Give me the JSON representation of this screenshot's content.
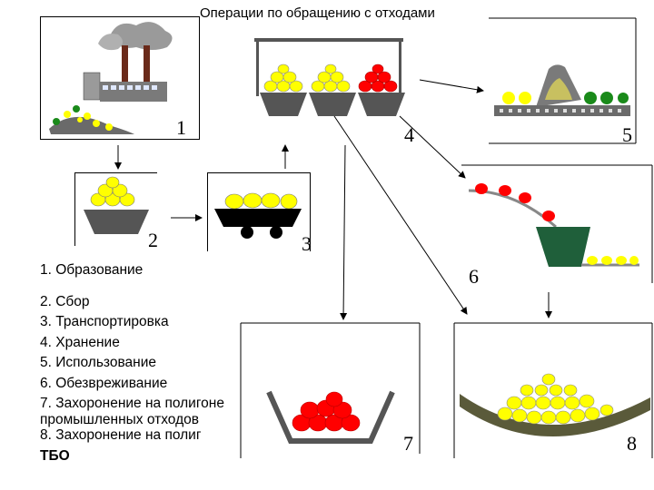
{
  "title": "Операции по обращению с отходами",
  "panel_numbers": [
    "1",
    "2",
    "3",
    "4",
    "5",
    "6",
    "7",
    "8"
  ],
  "legend": [
    "1. Образование",
    "2. Сбор",
    "3. Транспортировка",
    "4. Хранение",
    "5. Использование",
    "6. Обезвреживание",
    "7. Захоронение на полигоне",
    "промышленных отходов",
    "8. Захоронение на полиг",
    "ТБО"
  ],
  "colors": {
    "yellow_waste": "#ffff00",
    "red_waste": "#ff0000",
    "green_waste": "#1a8a1a",
    "container": "#555555",
    "conveyor": "#6a6a6a"
  }
}
